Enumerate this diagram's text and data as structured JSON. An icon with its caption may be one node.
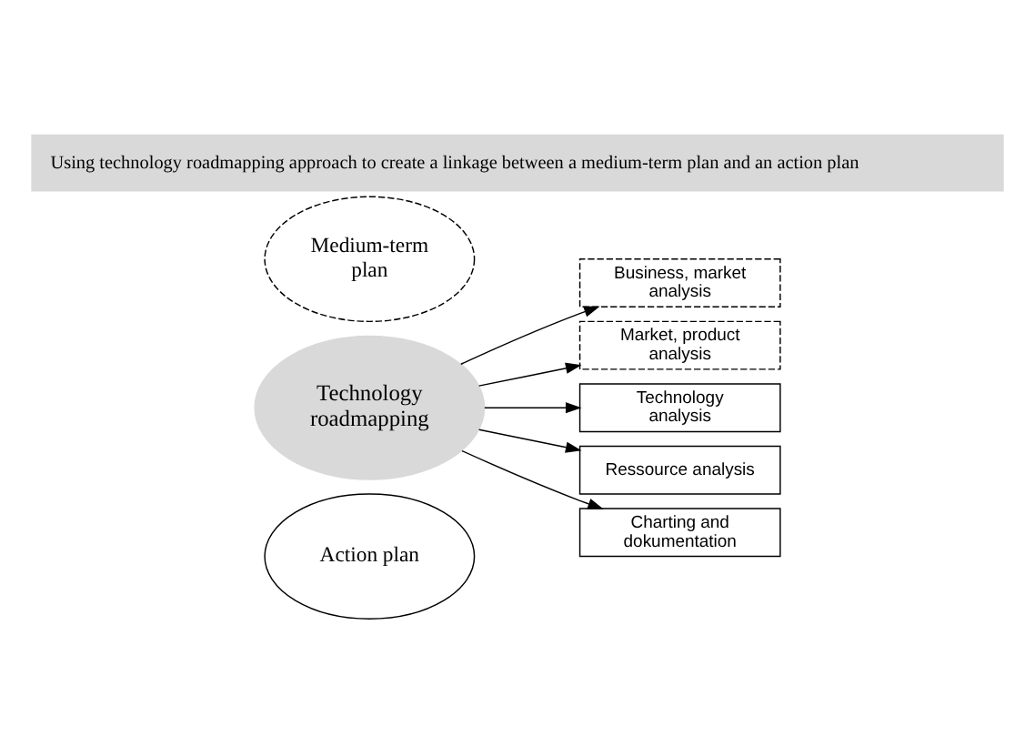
{
  "diagram": {
    "title": "Using technology roadmapping approach to create a linkage between a medium-term plan and an action plan",
    "nodes": [
      {
        "text": [
          "Medium-term plan"
        ]
      },
      {
        "text": [
          "Action plan"
        ]
      },
      {
        "text": [
          "Technology roadmapping"
        ]
      },
      {
        "text": [
          "Business, market analysis"
        ]
      },
      {
        "text": [
          "Market, product analysis"
        ]
      },
      {
        "text": [
          "Technology analysis"
        ]
      },
      {
        "text": [
          "Ressource analysis"
        ]
      },
      {
        "text": [
          "Charting and dokumentation"
        ]
      }
    ],
    "edges": [
      {
        "from": 2,
        "to": 3,
        "arrow": "to"
      },
      {
        "from": 2,
        "to": 4,
        "arrow": "to"
      },
      {
        "from": 2,
        "to": 5,
        "arrow": "to"
      },
      {
        "from": 2,
        "to": 6,
        "arrow": "to"
      },
      {
        "from": 2,
        "to": 7,
        "arrow": "to"
      }
    ]
  }
}
